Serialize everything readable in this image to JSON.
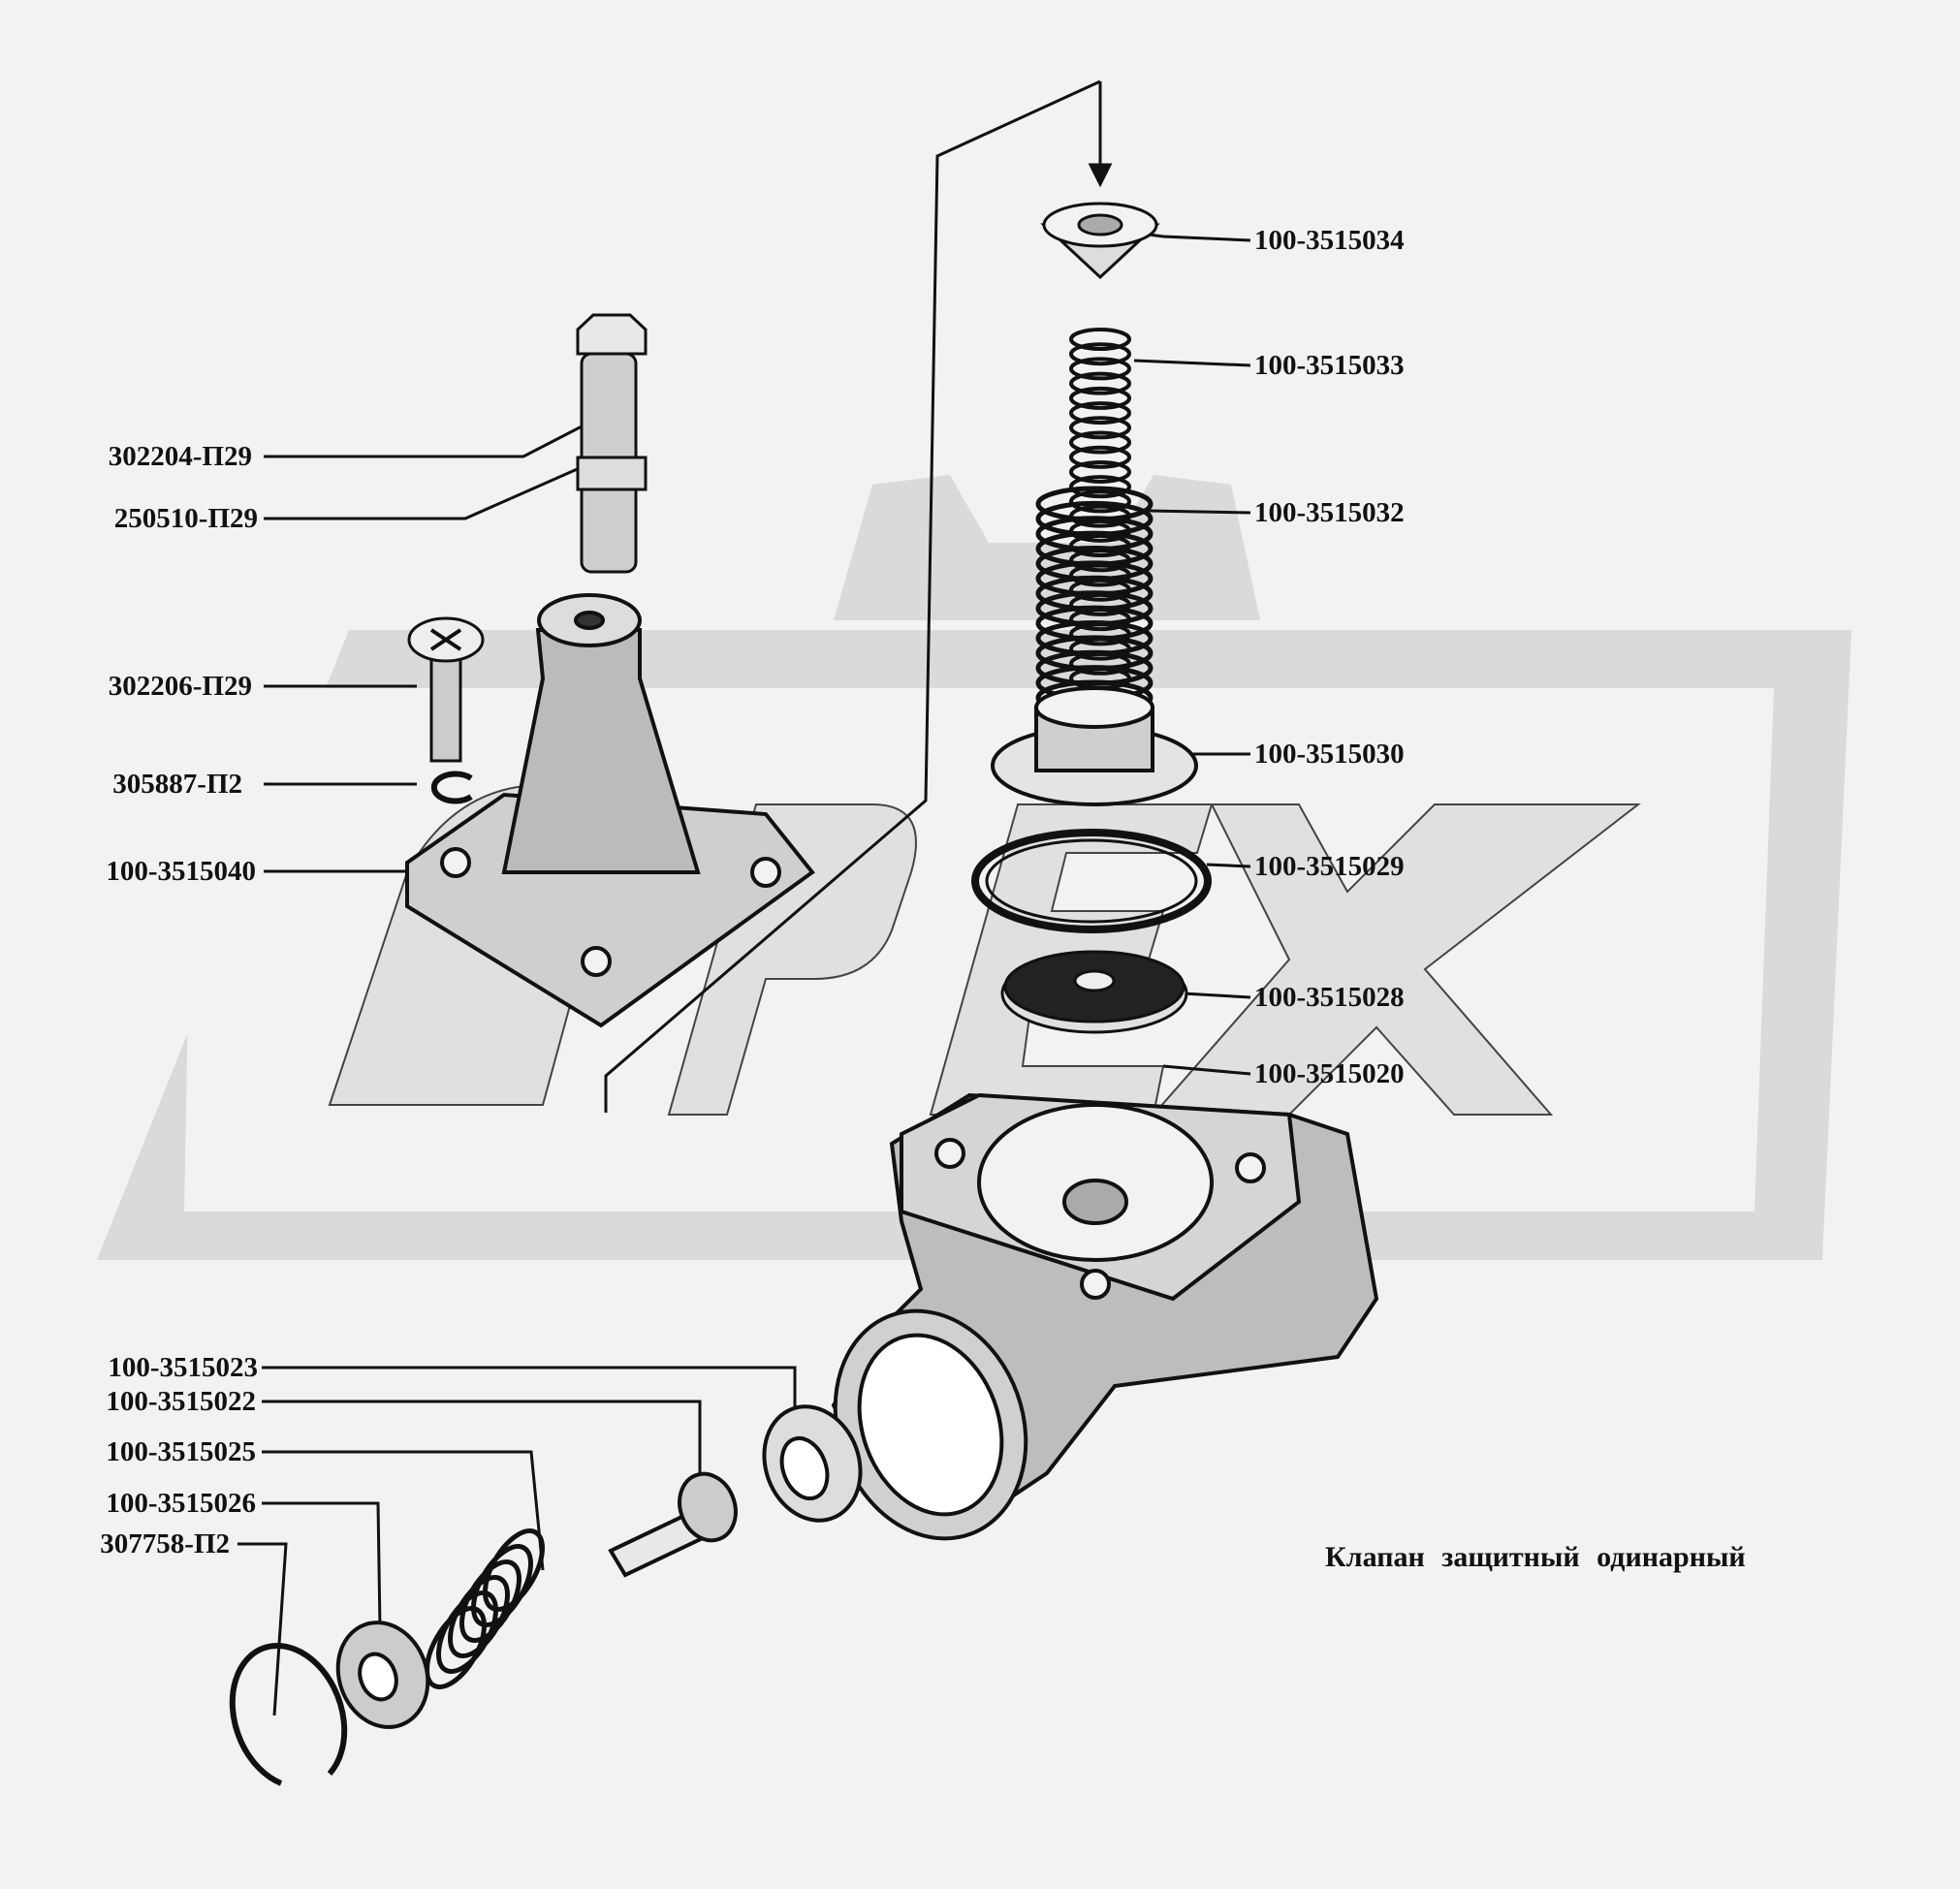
{
  "watermark": "OPEX",
  "title": "Клапан защитный одинарный",
  "labels": {
    "p034": "100-3515034",
    "p033": "100-3515033",
    "p032": "100-3515032",
    "p030": "100-3515030",
    "p029": "100-3515029",
    "p028": "100-3515028",
    "p020": "100-3515020",
    "p302204": "302204-П29",
    "p250510": "250510-П29",
    "p302206": "302206-П29",
    "p305887": "305887-П2",
    "p040": "100-3515040",
    "p023": "100-3515023",
    "p022": "100-3515022",
    "p025": "100-3515025",
    "p026": "100-3515026",
    "p307758": "307758-П2"
  }
}
